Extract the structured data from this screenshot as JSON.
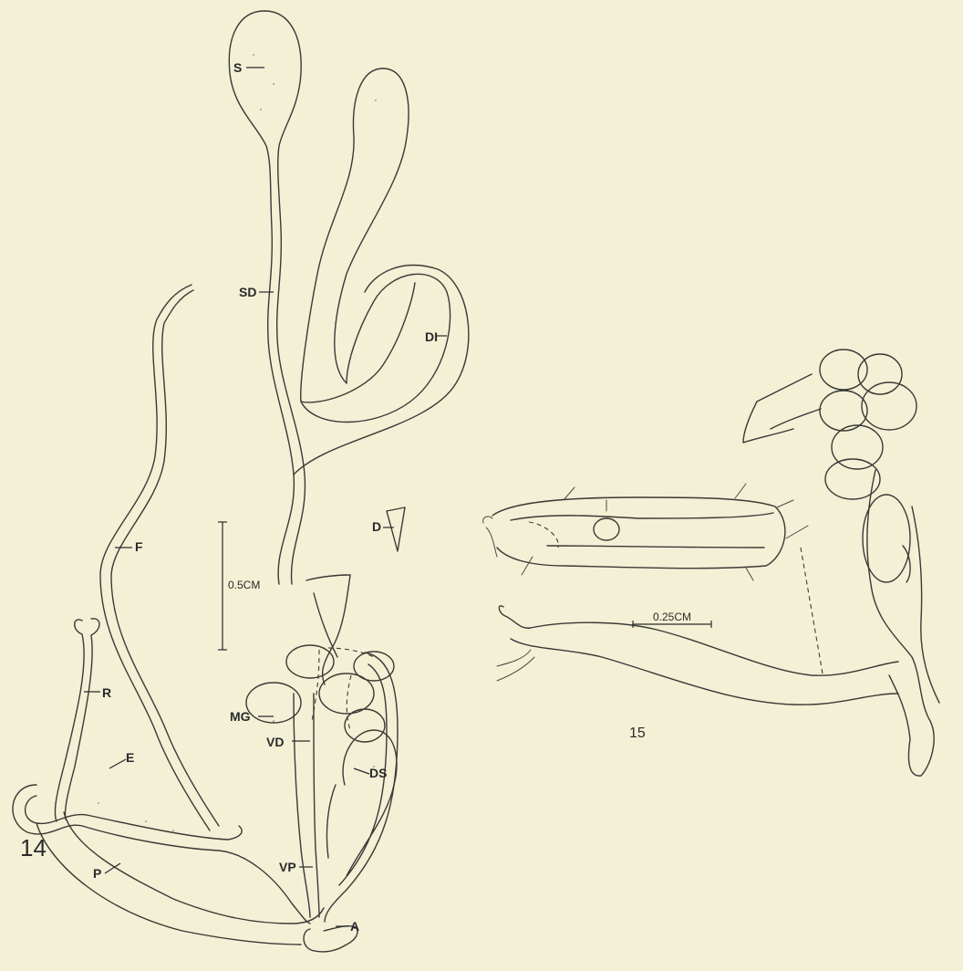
{
  "figures": [
    {
      "number": "14",
      "scale_bar": "0.5CM",
      "labels": {
        "S": "S",
        "SD": "SD",
        "DI": "DI",
        "D": "D",
        "F": "F",
        "R": "R",
        "MG": "MG",
        "VD": "VD",
        "E": "E",
        "DS": "DS",
        "VP": "VP",
        "P": "P",
        "A": "A"
      }
    },
    {
      "number": "15",
      "scale_bar": "0.25CM"
    }
  ],
  "colors": {
    "background": "#f3f0d6",
    "ink": "#3a3a36"
  }
}
